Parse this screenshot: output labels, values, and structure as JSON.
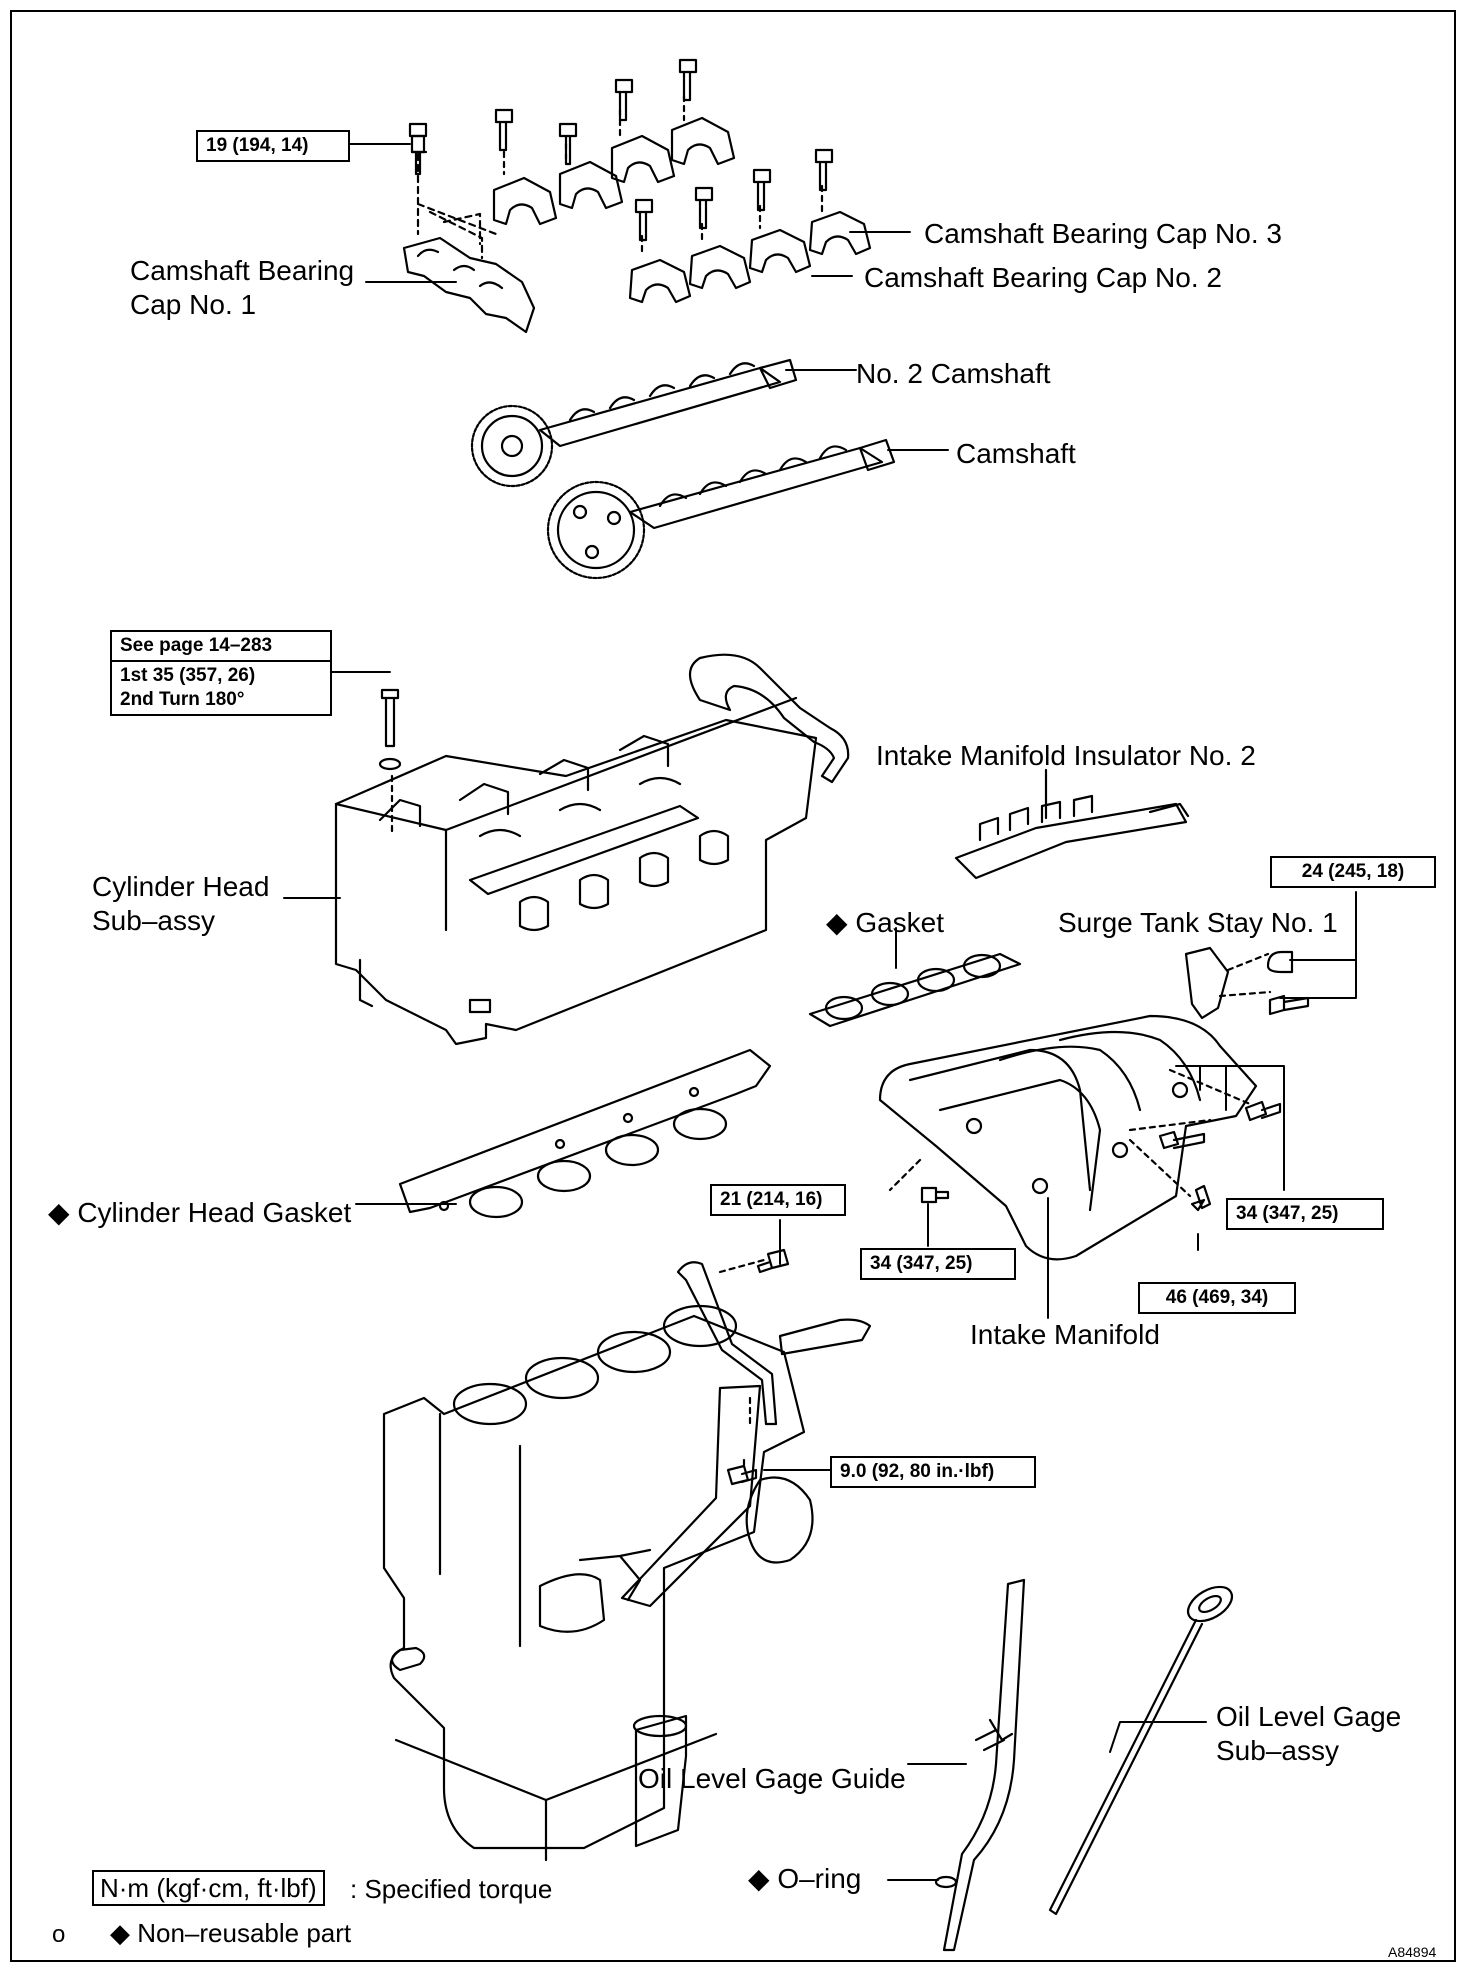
{
  "labels": {
    "cap_no1_line1": "Camshaft Bearing",
    "cap_no1_line2": "Cap No. 1",
    "cap_no3": "Camshaft Bearing Cap No. 3",
    "cap_no2": "Camshaft Bearing Cap No. 2",
    "no2_camshaft": "No. 2 Camshaft",
    "camshaft": "Camshaft",
    "insulator_no2": "Intake Manifold Insulator No. 2",
    "cyl_head_line1": "Cylinder Head",
    "cyl_head_line2": "Sub–assy",
    "gasket": "Gasket",
    "surge_tank_stay": "Surge Tank Stay No. 1",
    "cyl_head_gasket": "Cylinder Head Gasket",
    "intake_manifold": "Intake Manifold",
    "oil_gage_guide": "Oil Level Gage Guide",
    "oil_gage_line1": "Oil Level Gage",
    "oil_gage_line2": "Sub–assy",
    "oring": "O–ring"
  },
  "non_reusable_marker": "◆",
  "torques": {
    "cap_bolt": "19 (194, 14)",
    "head_bolt_ref": "See page 14–283",
    "head_bolt_1st": "1st 35 (357, 26)",
    "head_bolt_2nd": "2nd Turn 180°",
    "stay_bolt": "24 (245, 18)",
    "pipe_bolt": "21 (214, 16)",
    "manifold_bolt_a": "34 (347, 25)",
    "manifold_bolt_b": "34 (347, 25)",
    "manifold_bolt_c": "46 (469, 34)",
    "guide_bolt": "9.0 (92, 80 in.·lbf)"
  },
  "legend": {
    "torque_unit": "N·m (kgf·cm, ft·lbf)",
    "torque_desc": ": Specified torque",
    "nonreusable_desc": "Non–reusable part"
  },
  "corner_mark": "o",
  "figure_id": "A84894"
}
